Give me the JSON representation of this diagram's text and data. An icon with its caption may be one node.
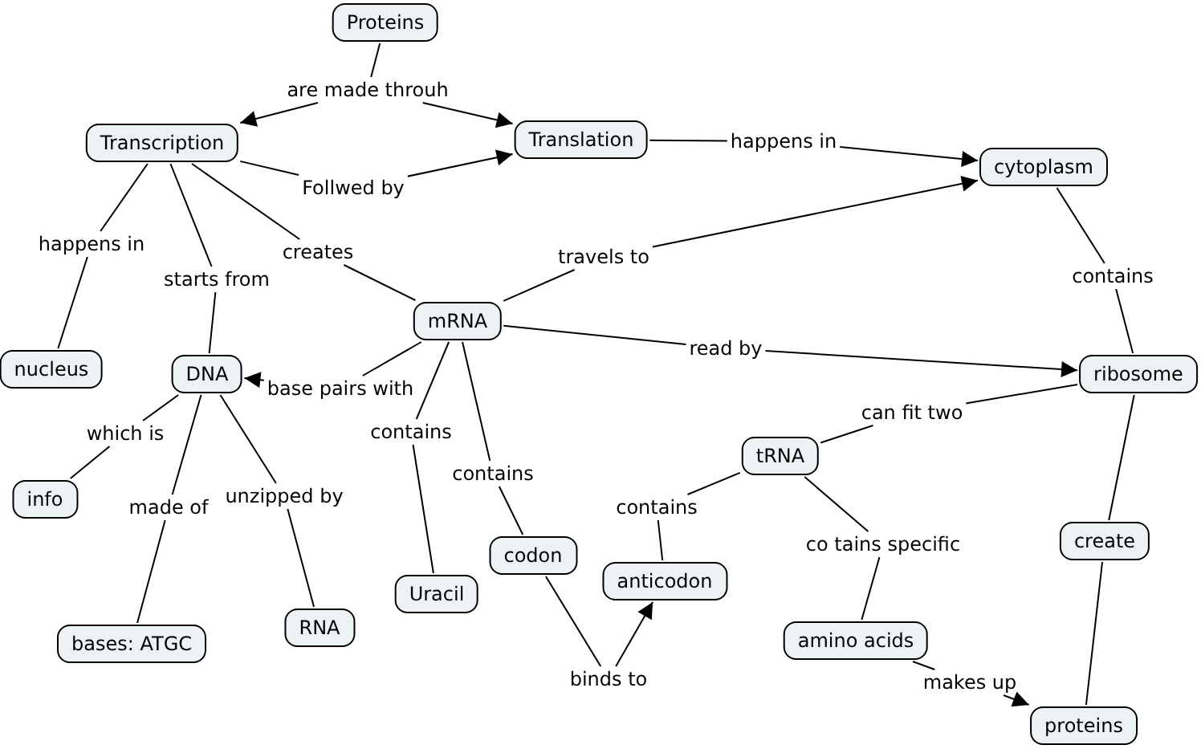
{
  "diagram": {
    "nodes": [
      {
        "text": [
          "Proteins"
        ]
      },
      {
        "text": [
          "Transcription"
        ]
      },
      {
        "text": [
          "Translation"
        ]
      },
      {
        "text": [
          "cytoplasm"
        ]
      },
      {
        "text": [
          "nucleus"
        ]
      },
      {
        "text": [
          "DNA"
        ]
      },
      {
        "text": [
          "mRNA"
        ]
      },
      {
        "text": [
          "ribosome"
        ]
      },
      {
        "text": [
          "info"
        ]
      },
      {
        "text": [
          "bases: ATGC"
        ]
      },
      {
        "text": [
          "RNA"
        ]
      },
      {
        "text": [
          "Uracil"
        ]
      },
      {
        "text": [
          "codon"
        ]
      },
      {
        "text": [
          "tRNA"
        ]
      },
      {
        "text": [
          "anticodon"
        ]
      },
      {
        "text": [
          "create"
        ]
      },
      {
        "text": [
          "amino acids"
        ]
      },
      {
        "text": [
          "proteins"
        ]
      },
      {
        "text": [
          "are made throuh"
        ]
      },
      {
        "text": [
          "Follwed by"
        ]
      },
      {
        "text": [
          "happens in"
        ]
      },
      {
        "text": [
          "happens in"
        ]
      },
      {
        "text": [
          "starts from"
        ]
      },
      {
        "text": [
          "creates"
        ]
      },
      {
        "text": [
          "travels to"
        ]
      },
      {
        "text": [
          "contains"
        ]
      },
      {
        "text": [
          "read by"
        ]
      },
      {
        "text": [
          "base pairs with"
        ]
      },
      {
        "text": [
          "which is"
        ]
      },
      {
        "text": [
          "made of"
        ]
      },
      {
        "text": [
          "unzipped by"
        ]
      },
      {
        "text": [
          "contains"
        ]
      },
      {
        "text": [
          "contains"
        ]
      },
      {
        "text": [
          "can fit two"
        ]
      },
      {
        "text": [
          "contains"
        ]
      },
      {
        "text": [
          "co tains specific"
        ]
      },
      {
        "text": [
          "binds to"
        ]
      },
      {
        "text": [
          "makes up"
        ]
      }
    ],
    "edges": [
      {
        "from": 0,
        "to": 18,
        "arrow": "none"
      },
      {
        "from": 18,
        "to": 1,
        "arrow": "to"
      },
      {
        "from": 18,
        "to": 2,
        "arrow": "to"
      },
      {
        "from": 1,
        "to": 19,
        "arrow": "none"
      },
      {
        "from": 19,
        "to": 2,
        "arrow": "to"
      },
      {
        "from": 2,
        "to": 20,
        "arrow": "none"
      },
      {
        "from": 20,
        "to": 3,
        "arrow": "to"
      },
      {
        "from": 1,
        "to": 21,
        "arrow": "none"
      },
      {
        "from": 21,
        "to": 4,
        "arrow": "none"
      },
      {
        "from": 1,
        "to": 22,
        "arrow": "none"
      },
      {
        "from": 22,
        "to": 5,
        "arrow": "none"
      },
      {
        "from": 1,
        "to": 23,
        "arrow": "none"
      },
      {
        "from": 23,
        "to": 6,
        "arrow": "none"
      },
      {
        "from": 6,
        "to": 24,
        "arrow": "none"
      },
      {
        "from": 24,
        "to": 3,
        "arrow": "to"
      },
      {
        "from": 3,
        "to": 25,
        "arrow": "none"
      },
      {
        "from": 25,
        "to": 7,
        "arrow": "none"
      },
      {
        "from": 6,
        "to": 26,
        "arrow": "none"
      },
      {
        "from": 26,
        "to": 7,
        "arrow": "to"
      },
      {
        "from": 6,
        "to": 27,
        "arrow": "none"
      },
      {
        "from": 27,
        "to": 5,
        "arrow": "to"
      },
      {
        "from": 5,
        "to": 28,
        "arrow": "none"
      },
      {
        "from": 28,
        "to": 8,
        "arrow": "none"
      },
      {
        "from": 5,
        "to": 29,
        "arrow": "none"
      },
      {
        "from": 29,
        "to": 9,
        "arrow": "none"
      },
      {
        "from": 5,
        "to": 30,
        "arrow": "none"
      },
      {
        "from": 30,
        "to": 10,
        "arrow": "none"
      },
      {
        "from": 6,
        "to": 31,
        "arrow": "none"
      },
      {
        "from": 31,
        "to": 11,
        "arrow": "none"
      },
      {
        "from": 6,
        "to": 32,
        "arrow": "none"
      },
      {
        "from": 32,
        "to": 12,
        "arrow": "none"
      },
      {
        "from": 7,
        "to": 33,
        "arrow": "none"
      },
      {
        "from": 33,
        "to": 13,
        "arrow": "none"
      },
      {
        "from": 13,
        "to": 34,
        "arrow": "none"
      },
      {
        "from": 34,
        "to": 14,
        "arrow": "none"
      },
      {
        "from": 13,
        "to": 35,
        "arrow": "none"
      },
      {
        "from": 35,
        "to": 16,
        "arrow": "none"
      },
      {
        "from": 12,
        "to": 36,
        "arrow": "none"
      },
      {
        "from": 36,
        "to": 14,
        "arrow": "to"
      },
      {
        "from": 16,
        "to": 37,
        "arrow": "none"
      },
      {
        "from": 37,
        "to": 17,
        "arrow": "to"
      },
      {
        "from": 7,
        "to": 15,
        "arrow": "none"
      },
      {
        "from": 15,
        "to": 17,
        "arrow": "none"
      }
    ]
  }
}
